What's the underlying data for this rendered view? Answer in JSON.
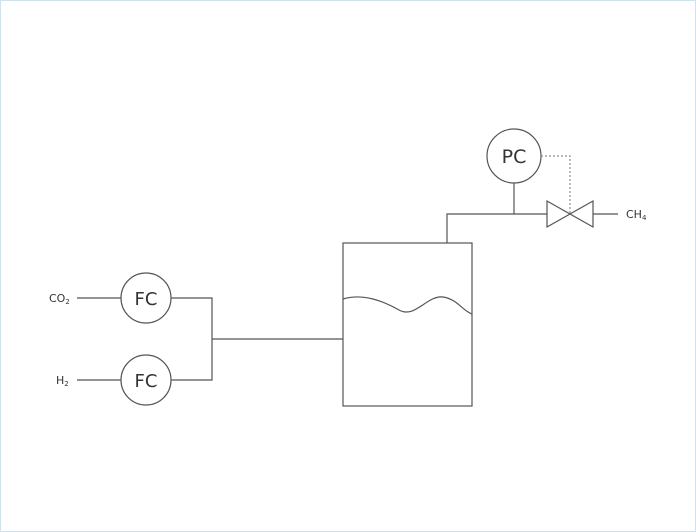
{
  "streams": {
    "co2": {
      "label": "CO",
      "sub": "2"
    },
    "h2": {
      "label": "H",
      "sub": "2"
    },
    "ch4": {
      "label": "CH",
      "sub": "4"
    }
  },
  "controllers": {
    "fc_top": "FC",
    "fc_bottom": "FC",
    "pc": "PC"
  },
  "colors": {
    "line": "#555555",
    "border": "#cfe3ee"
  }
}
